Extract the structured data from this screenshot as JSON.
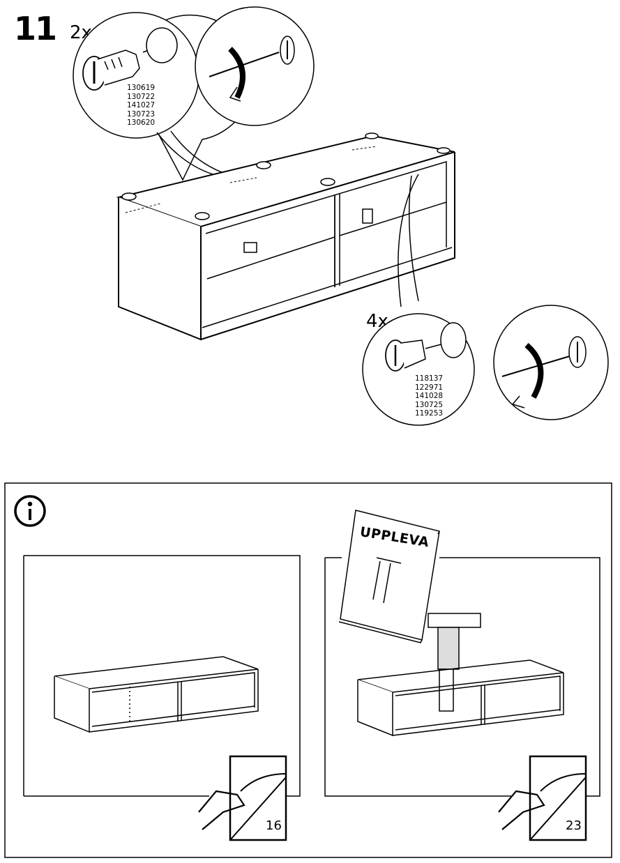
{
  "step": {
    "number": "11",
    "callouts": [
      {
        "quantity": "2x",
        "part_numbers": [
          "130619",
          "130722",
          "141027",
          "130723",
          "130620"
        ]
      },
      {
        "quantity": "4x",
        "part_numbers": [
          "118137",
          "122971",
          "141028",
          "130725",
          "119253"
        ]
      }
    ]
  },
  "info_box": {
    "icon": "info-icon",
    "panels": [
      {
        "variant": "without-tv-mount",
        "page_reference": "16"
      },
      {
        "variant": "with-tv-mount",
        "booklet_title": "UPPLEVA",
        "page_reference": "23"
      }
    ]
  }
}
